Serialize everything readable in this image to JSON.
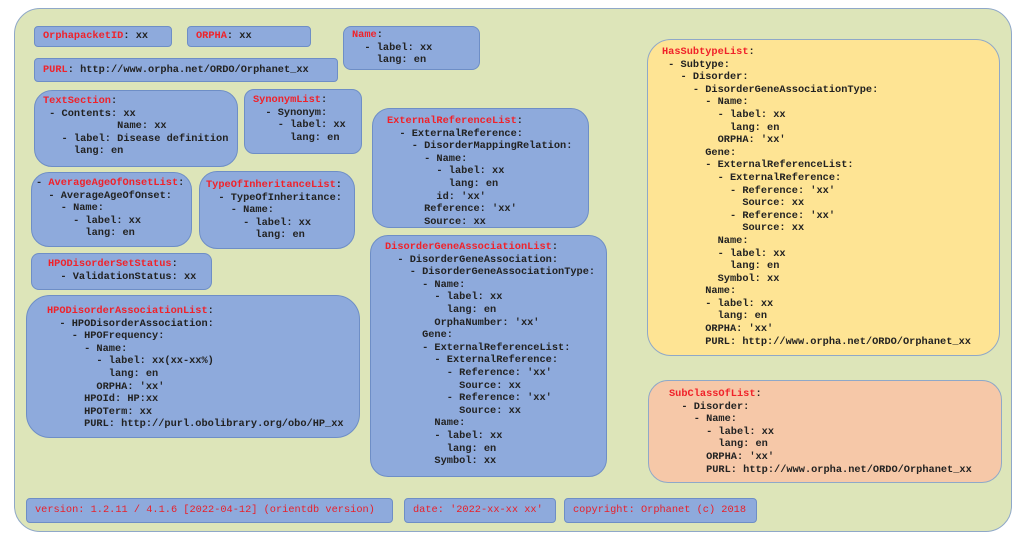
{
  "colors": {
    "background": "#dde5b9",
    "box_blue": "#8eaadc",
    "box_yellow": "#fee494",
    "box_peach": "#f6c8a8",
    "key_red": "#f0222a"
  },
  "boxes": {
    "orphapacket_id": {
      "pre": "",
      "key": "OrphapacketID",
      "post": ": xx",
      "lines": []
    },
    "orpha": {
      "pre": "",
      "key": "ORPHA",
      "post": ": xx",
      "lines": []
    },
    "name": {
      "pre": "",
      "key": "Name",
      "post": ":",
      "lines": [
        "  - label: xx",
        "    lang: en"
      ]
    },
    "purl": {
      "pre": "",
      "key": "PURL",
      "post": ": http://www.orpha.net/ORDO/Orphanet_xx",
      "lines": []
    },
    "text_section": {
      "pre": "",
      "key": "TextSection",
      "post": ":",
      "lines": [
        " - Contents: xx",
        "            Name: xx",
        "   - label: Disease definition",
        "     lang: en"
      ]
    },
    "synonym_list": {
      "pre": "",
      "key": "SynonymList",
      "post": ":",
      "lines": [
        "  - Synonym:",
        "    - label: xx",
        "      lang: en"
      ]
    },
    "average_age": {
      "pre": "- ",
      "key": "AverageAgeOfOnsetList",
      "post": ":",
      "lines": [
        "  - AverageAgeOfOnset:",
        "    - Name:",
        "      - label: xx",
        "        lang: en"
      ]
    },
    "inheritance": {
      "pre": "",
      "key": "TypeOfInheritanceList",
      "post": ":",
      "lines": [
        "  - TypeOfInheritance:",
        "    - Name:",
        "      - label: xx",
        "        lang: en"
      ]
    },
    "hpo_status": {
      "pre": "",
      "key": "HPODisorderSetStatus",
      "post": ":",
      "lines": [
        "  - ValidationStatus: xx"
      ]
    },
    "hpo_association": {
      "pre": "",
      "key": "HPODisorderAssociationList",
      "post": ":",
      "lines": [
        "  - HPODisorderAssociation:",
        "    - HPOFrequency:",
        "      - Name:",
        "        - label: xx(xx-xx%)",
        "          lang: en",
        "        ORPHA: 'xx'",
        "      HPOId: HP:xx",
        "      HPOTerm: xx",
        "      PURL: http://purl.obolibrary.org/obo/HP_xx"
      ]
    },
    "external_reference": {
      "pre": "",
      "key": "ExternalReferenceList",
      "post": ":",
      "lines": [
        "  - ExternalReference:",
        "    - DisorderMappingRelation:",
        "      - Name:",
        "        - label: xx",
        "          lang: en",
        "        id: 'xx'",
        "      Reference: 'xx'",
        "      Source: xx"
      ]
    },
    "gene_association": {
      "pre": "",
      "key": "DisorderGeneAssociationList",
      "post": ":",
      "lines": [
        "  - DisorderGeneAssociation:",
        "    - DisorderGeneAssociationType:",
        "      - Name:",
        "        - label: xx",
        "          lang: en",
        "        OrphaNumber: 'xx'",
        "      Gene:",
        "      - ExternalReferenceList:",
        "        - ExternalReference:",
        "          - Reference: 'xx'",
        "            Source: xx",
        "          - Reference: 'xx'",
        "            Source: xx",
        "        Name:",
        "        - label: xx",
        "          lang: en",
        "        Symbol: xx"
      ]
    },
    "has_subtype": {
      "pre": "",
      "key": "HasSubtypeList",
      "post": ":",
      "lines": [
        " - Subtype:",
        "   - Disorder:",
        "     - DisorderGeneAssociationType:",
        "       - Name:",
        "         - label: xx",
        "           lang: en",
        "         ORPHA: 'xx'",
        "       Gene:",
        "       - ExternalReferenceList:",
        "         - ExternalReference:",
        "           - Reference: 'xx'",
        "             Source: xx",
        "           - Reference: 'xx'",
        "             Source: xx",
        "         Name:",
        "         - label: xx",
        "           lang: en",
        "         Symbol: xx",
        "       Name:",
        "       - label: xx",
        "         lang: en",
        "       ORPHA: 'xx'",
        "       PURL: http://www.orpha.net/ORDO/Orphanet_xx"
      ]
    },
    "subclass_of": {
      "pre": "",
      "key": "SubClassOfList",
      "post": ":",
      "lines": [
        "  - Disorder:",
        "    - Name:",
        "      - label: xx",
        "        lang: en",
        "      ORPHA: 'xx'",
        "      PURL: http://www.orpha.net/ORDO/Orphanet_xx"
      ]
    }
  },
  "footer": {
    "version": "version: 1.2.11 / 4.1.6 [2022-04-12] (orientdb version)",
    "date": "date: '2022-xx-xx xx'",
    "copyright": "copyright: Orphanet (c) 2018"
  }
}
